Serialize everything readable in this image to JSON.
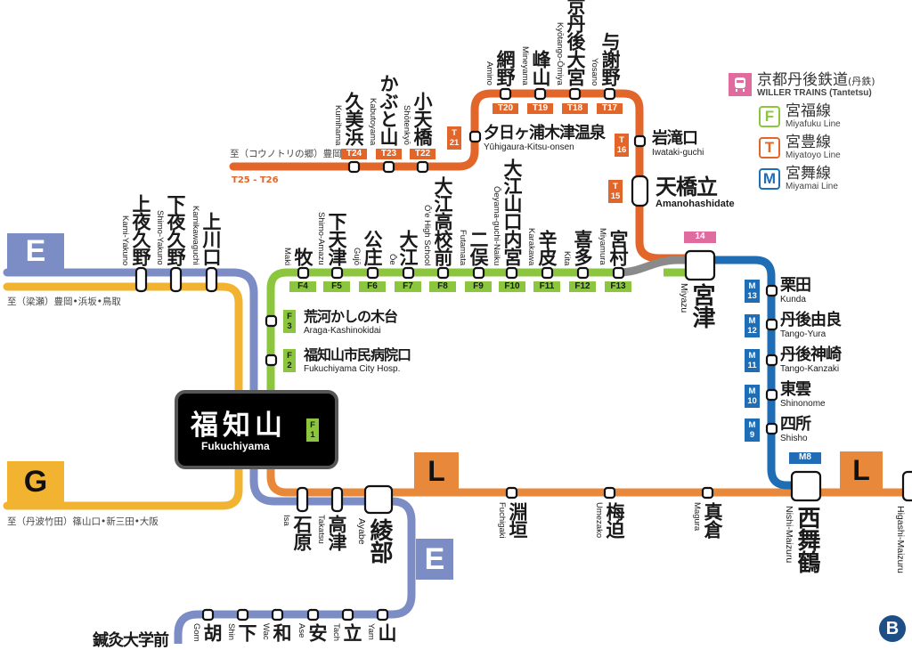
{
  "legend": {
    "operator_jp": "京都丹後鉄道",
    "operator_suffix": "(丹鉄)",
    "operator_en": "WILLER TRAINS (Tantetsu)",
    "operator_color": "#e06c9f",
    "lines": [
      {
        "letter": "F",
        "jp": "宮福線",
        "en": "Miyafuku Line",
        "color": "#8cc63f"
      },
      {
        "letter": "T",
        "jp": "宮豊線",
        "en": "Miyatoyo Line",
        "color": "#e2652a"
      },
      {
        "letter": "M",
        "jp": "宮舞線",
        "en": "Miyamai Line",
        "color": "#1f6db5"
      }
    ]
  },
  "line_badges": {
    "e_top": "E",
    "e_bottom": "E",
    "g": "G",
    "l_left": "L",
    "l_right": "L",
    "b": "B"
  },
  "line_colors": {
    "E": "#7c8cc4",
    "G": "#f2b430",
    "L": "#e8883a",
    "T": "#e2652a",
    "F": "#8cc63f",
    "M": "#1f6db5",
    "shared": "#8a8a8a"
  },
  "destinations": {
    "toyooka_konotori": "至（コウノトリの郷）豊岡",
    "t_range": "T25 - T26",
    "yanase": "至（梁瀬）豊岡•浜坂•鳥取",
    "tamba": "至（丹波竹田）篠山口•新三田•大阪"
  },
  "stations": {
    "t24": {
      "jp": "久美浜",
      "en": "Kumihama",
      "code": "T24"
    },
    "t23": {
      "jp": "かぶと山",
      "en": "Kabutoyama",
      "code": "T23"
    },
    "t22": {
      "jp": "小天橋",
      "en": "Shōtenkyō",
      "code": "T22"
    },
    "t21": {
      "jp": "夕日ヶ浦木津温泉",
      "en": "Yūhigaura-Kitsu-onsen",
      "code_letter": "T",
      "code_num": "21"
    },
    "t20": {
      "jp": "網野",
      "en": "Amino",
      "code": "T20"
    },
    "t19": {
      "jp": "峰山",
      "en": "Mineyama",
      "code": "T19"
    },
    "t18": {
      "jp": "京丹後大宮",
      "en": "Kyōtango-Ōmiya",
      "code": "T18"
    },
    "t17": {
      "jp": "与謝野",
      "en": "Yosano",
      "code": "T17"
    },
    "t16": {
      "jp": "岩滝口",
      "en": "Iwataki-guchi",
      "code_letter": "T",
      "code_num": "16"
    },
    "t15": {
      "jp": "天橋立",
      "en": "Amanohashidate",
      "code_letter": "T",
      "code_num": "15"
    },
    "miyazu": {
      "jp": "宮津",
      "en": "Miyazu",
      "code": "14"
    },
    "f13": {
      "jp": "宮村",
      "en": "Miyamura",
      "code": "F13"
    },
    "f12": {
      "jp": "喜多",
      "en": "Kita",
      "code": "F12"
    },
    "f11": {
      "jp": "辛皮",
      "en": "Karakawa",
      "code": "F11"
    },
    "f10": {
      "jp": "大江山口内宮",
      "en": "Ōeyama-guchi-Naiku",
      "code": "F10"
    },
    "f9": {
      "jp": "二俣",
      "en": "Futamata",
      "code": "F9"
    },
    "f8": {
      "jp": "大江高校前",
      "en": "Ō'e High School",
      "code": "F8"
    },
    "f7": {
      "jp": "大江",
      "en": "Ōe",
      "code": "F7"
    },
    "f6": {
      "jp": "公庄",
      "en": "Gujō",
      "code": "F6"
    },
    "f5": {
      "jp": "下天津",
      "en": "Shimo-Amazu",
      "code": "F5"
    },
    "f4": {
      "jp": "牧",
      "en": "Maki",
      "code": "F4"
    },
    "f3": {
      "jp": "荒河かしの木台",
      "en": "Araga-Kashinokidai",
      "code_letter": "F",
      "code_num": "3"
    },
    "f2": {
      "jp": "福知山市民病院口",
      "en": "Fukuchiyama City Hosp.",
      "code_letter": "F",
      "code_num": "2"
    },
    "f1": {
      "jp": "福知山",
      "en": "Fukuchiyama",
      "code_letter": "F",
      "code_num": "1"
    },
    "m13": {
      "jp": "栗田",
      "en": "Kunda",
      "code_letter": "M",
      "code_num": "13"
    },
    "m12": {
      "jp": "丹後由良",
      "en": "Tango-Yura",
      "code_letter": "M",
      "code_num": "12"
    },
    "m11": {
      "jp": "丹後神崎",
      "en": "Tango-Kanzaki",
      "code_letter": "M",
      "code_num": "11"
    },
    "m10": {
      "jp": "東雲",
      "en": "Shinonome",
      "code_letter": "M",
      "code_num": "10"
    },
    "m9": {
      "jp": "四所",
      "en": "Shisho",
      "code_letter": "M",
      "code_num": "9"
    },
    "m8": {
      "jp": "西舞鶴",
      "en": "Nishi-Maizuru",
      "code": "M8"
    },
    "kami_yakuno": {
      "jp": "上夜久野",
      "en": "Kami-Yakuno"
    },
    "shimo_yakuno": {
      "jp": "下夜久野",
      "en": "Shimo-Yakuno"
    },
    "kamikawaguchi": {
      "jp": "上川口",
      "en": "Kamikawaguchi"
    },
    "isa": {
      "jp": "石原",
      "en": "Isa"
    },
    "takatsu": {
      "jp": "高津",
      "en": "Takatsu"
    },
    "ayabe": {
      "jp": "綾部",
      "en": "Ayabe"
    },
    "fuchigaki": {
      "jp": "淵垣",
      "en": "Fuchigaki"
    },
    "umezako": {
      "jp": "梅迫",
      "en": "Umezako"
    },
    "magura": {
      "jp": "真倉",
      "en": "Magura"
    },
    "higashi_maizuru": {
      "en": "Higashi-Maizuru"
    },
    "e_bottom": [
      {
        "jp": "胡",
        "en": "Gom"
      },
      {
        "jp": "下",
        "en": "Shin"
      },
      {
        "jp": "和",
        "en": "Wac"
      },
      {
        "jp": "安",
        "en": "Ase"
      },
      {
        "jp": "立",
        "en": "Tach"
      },
      {
        "jp": "山",
        "en": "Yam"
      }
    ],
    "shinkyu": {
      "jp": "鍼灸大学前"
    }
  }
}
